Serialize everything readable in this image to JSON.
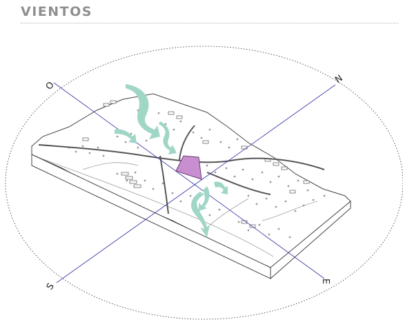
{
  "header": {
    "title": "VIENTOS"
  },
  "compass": {
    "n": "N",
    "s": "S",
    "e": "E",
    "w": "O"
  },
  "colors": {
    "wind": "#9fd6c6",
    "site": "#c78fcf",
    "axis": "#3a3aa8",
    "terrain_line": "#444444",
    "road": "#555555"
  },
  "icons": [
    "wind-arrow-icon",
    "tree-icon",
    "building-icon"
  ]
}
